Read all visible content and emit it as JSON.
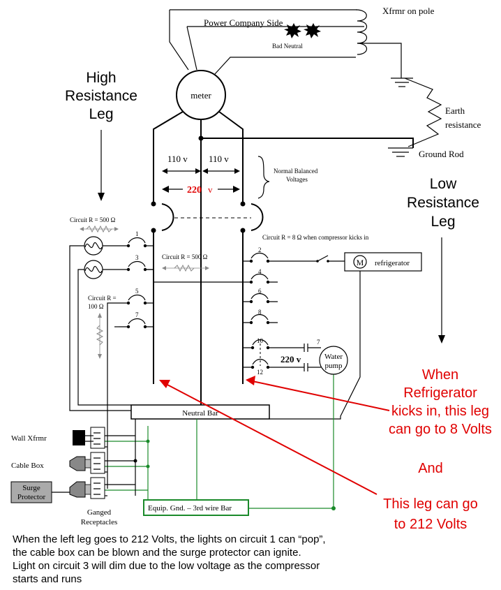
{
  "labels": {
    "xfmr_pole": "Xfrmr on pole",
    "power_company_side": "Power Company Side",
    "bad_neutral": "Bad Neutral",
    "meter": "meter",
    "high_resistance_leg": [
      "High",
      "Resistance",
      "Leg"
    ],
    "earth_resistance": [
      "Earth",
      "resistance"
    ],
    "ground_rod": "Ground Rod",
    "v110_left": "110 v",
    "v110_right": "110 v",
    "v220_value": "220",
    "v220_unit": "v",
    "normal_balanced_voltages": [
      "Normal Balanced",
      "Voltages"
    ],
    "low_resistance_leg": [
      "Low",
      "Resistance",
      "Leg"
    ],
    "circuit_r_500_top": "Circuit R =   500 Ω",
    "circuit_r_8": "Circuit R =  8 Ω  when compressor kicks in",
    "circuit_r_500_mid": "Circuit R =     500 Ω",
    "circuit_r_100": [
      "Circuit R =",
      "100 Ω"
    ],
    "refrigerator": "refrigerator",
    "motor_symbol": "M",
    "breaker_numbers": [
      "1",
      "2",
      "3",
      "4",
      "5",
      "6",
      "7",
      "8",
      "10",
      "12"
    ],
    "pump_breaker_number": "7",
    "v220_pump": "220 v",
    "water_pump": [
      "Water",
      "pump"
    ],
    "neutral_bar": "Neutral Bar",
    "equip_gnd_bar": "Equip. Gnd. – 3rd wire Bar",
    "wall_xfmr": "Wall Xfrmr",
    "cable_box": "Cable Box",
    "surge_protector": [
      "Surge",
      "Protector"
    ],
    "ganged_receptacles": [
      "Ganged",
      "Receptacles"
    ]
  },
  "annotations": {
    "refrigerator_kicks_in": [
      "When",
      "Refrigerator",
      "kicks in, this leg",
      "can go to 8 Volts"
    ],
    "and": "And",
    "leg_212": [
      "This leg can go",
      "to 212 Volts"
    ]
  },
  "caption": [
    "When the left leg goes to 212 Volts, the lights on circuit 1 can “pop”,",
    "the cable box can be blown and the surge protector can ignite.",
    "Light on circuit 3 will dim due to the low voltage as the compressor",
    "starts and runs"
  ],
  "colors": {
    "annotation_red": "#e00000",
    "ground_green": "#1a8a2a",
    "wire_black": "#000000"
  }
}
